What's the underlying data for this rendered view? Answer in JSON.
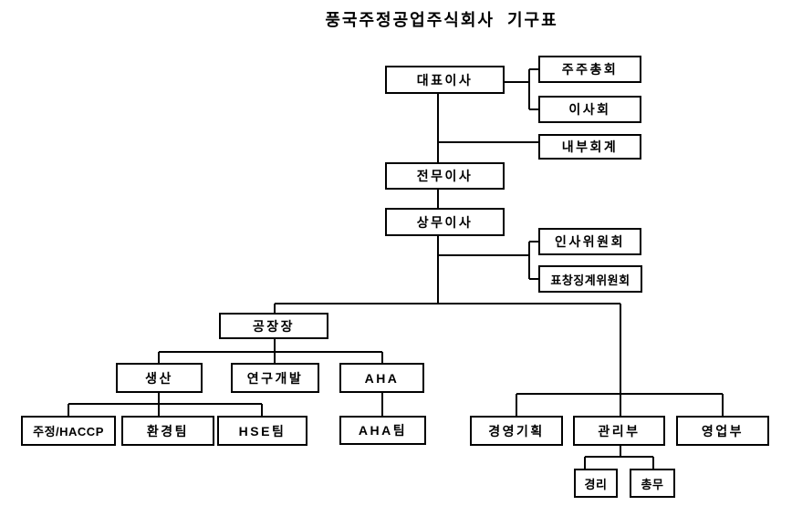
{
  "title": "풍국주정공업주식회사  기구표",
  "colors": {
    "background": "#ffffff",
    "box_border": "#000000",
    "connector_line": "#000000",
    "text": "#000000"
  },
  "nodes": {
    "ceo": "대표이사",
    "shareholders_meeting": "주주총회",
    "board_of_directors": "이사회",
    "internal_accounting": "내부회계",
    "executive_director": "전무이사",
    "managing_director": "상무이사",
    "hr_committee": "인사위원회",
    "commendation_discipline_committee": "표창징계위원회",
    "plant_manager": "공장장",
    "production": "생산",
    "rnd": "연구개발",
    "aha": "AHA",
    "jujeong_haccp": "주정/HACCP",
    "environment_team": "환경팀",
    "hse_team": "HSE팀",
    "aha_team": "AHA팀",
    "management_planning": "경영기획",
    "management_dept": "관리부",
    "sales_dept": "영업부",
    "accounting": "경리",
    "general_affairs": "총무"
  }
}
